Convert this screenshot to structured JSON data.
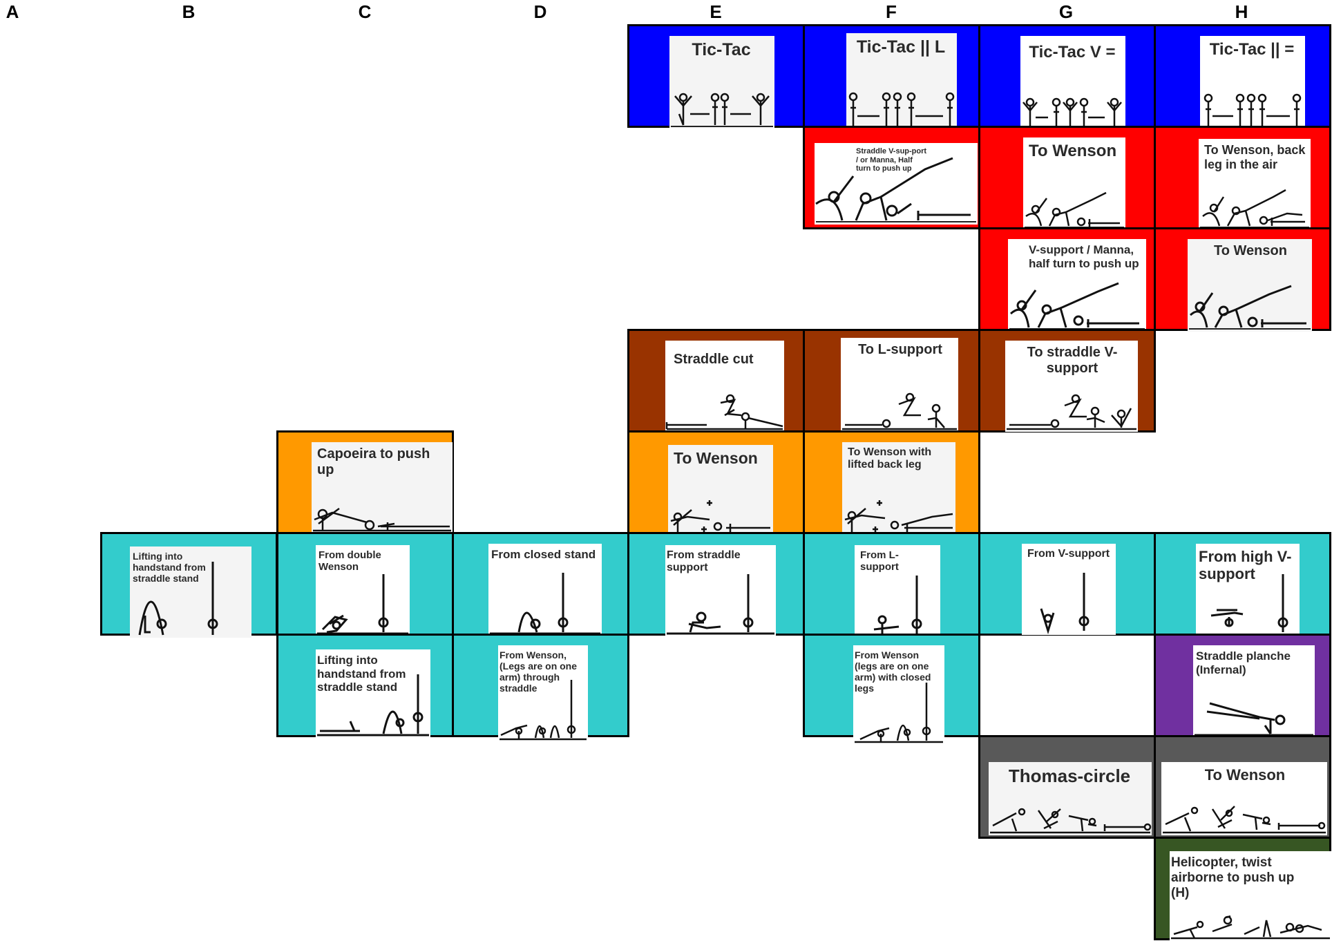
{
  "columns": [
    "A",
    "B",
    "C",
    "D",
    "E",
    "F",
    "G",
    "H"
  ],
  "colors": {
    "blue": "#0000ff",
    "red": "#ff0000",
    "brown": "#993300",
    "orange": "#ff9900",
    "cyan": "#33cccc",
    "purple": "#7030a0",
    "gray": "#595959",
    "darkgreen": "#375623"
  },
  "cells": [
    {
      "id": "e1",
      "color": "blue",
      "label": "Tic-Tac"
    },
    {
      "id": "f1",
      "color": "blue",
      "label": "Tic-Tac || L"
    },
    {
      "id": "g1",
      "color": "blue",
      "label": "Tic-Tac V ="
    },
    {
      "id": "h1",
      "color": "blue",
      "label": "Tic-Tac || ="
    },
    {
      "id": "f2",
      "color": "red",
      "label": "Straddle V-sup-port / or Manna, Half turn to push up"
    },
    {
      "id": "g2",
      "color": "red",
      "label": "To Wenson"
    },
    {
      "id": "h2",
      "color": "red",
      "label": "To Wenson, back leg in the air"
    },
    {
      "id": "g3",
      "color": "red",
      "label": "V-support / Manna, half turn to push up"
    },
    {
      "id": "h3",
      "color": "red",
      "label": "To Wenson"
    },
    {
      "id": "e4",
      "color": "brown",
      "label": "Straddle cut"
    },
    {
      "id": "f4",
      "color": "brown",
      "label": "To L-support"
    },
    {
      "id": "g4",
      "color": "brown",
      "label": "To straddle V-support"
    },
    {
      "id": "c5",
      "color": "orange",
      "label": "Capoeira to push up"
    },
    {
      "id": "e5",
      "color": "orange",
      "label": "To Wenson"
    },
    {
      "id": "f5",
      "color": "orange",
      "label": "To Wenson with lifted back leg"
    },
    {
      "id": "b6",
      "color": "cyan",
      "label": "Lifting into handstand from straddle stand"
    },
    {
      "id": "c6",
      "color": "cyan",
      "label": "From double Wenson"
    },
    {
      "id": "d6",
      "color": "cyan",
      "label": "From closed stand"
    },
    {
      "id": "e6",
      "color": "cyan",
      "label": "From straddle support"
    },
    {
      "id": "f6",
      "color": "cyan",
      "label": "From L-support"
    },
    {
      "id": "g6",
      "color": "cyan",
      "label": "From V-support"
    },
    {
      "id": "h6",
      "color": "cyan",
      "label": "From high V-support"
    },
    {
      "id": "c7",
      "color": "cyan",
      "label": "Lifting into handstand from straddle stand"
    },
    {
      "id": "d7",
      "color": "cyan",
      "label": "From Wenson, (Legs are on one arm) through straddle"
    },
    {
      "id": "f7",
      "color": "cyan",
      "label": "From Wenson (legs are on one arm) with closed legs"
    },
    {
      "id": "h7",
      "color": "purple",
      "label": "Straddle planche (Infernal)"
    },
    {
      "id": "g8",
      "color": "gray",
      "label": "Thomas-circle"
    },
    {
      "id": "h8",
      "color": "gray",
      "label": "To Wenson"
    },
    {
      "id": "h9",
      "color": "darkgreen",
      "label": "Helicopter, twist airborne to push up (H)"
    }
  ]
}
